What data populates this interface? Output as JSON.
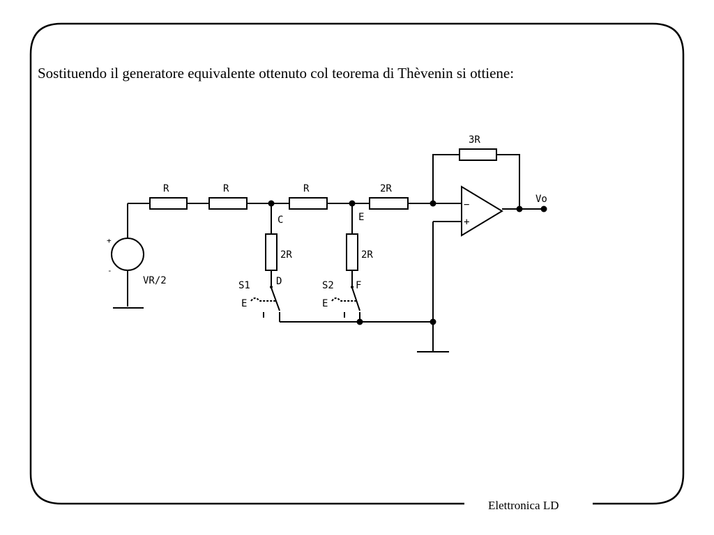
{
  "slide": {
    "intro_text": "Sostituendo il generatore equivalente ottenuto col teorema di Thèvenin si ottiene:",
    "footer_text": "Elettronica LD"
  },
  "circuit": {
    "labels": {
      "r1": "R",
      "r2": "R",
      "r3": "R",
      "r4": "2R",
      "r_feedback": "3R",
      "r_shunt_c": "2R",
      "r_shunt_e": "2R",
      "node_c": "C",
      "node_e": "E",
      "node_d": "D",
      "node_f": "F",
      "switch_1": "S1",
      "switch_2": "S2",
      "switch_1_control": "E",
      "switch_2_control": "E",
      "source": "VR/2",
      "source_plus": "+",
      "source_minus": "-",
      "opamp_minus": "−",
      "opamp_plus": "+",
      "output": "Vo"
    }
  }
}
